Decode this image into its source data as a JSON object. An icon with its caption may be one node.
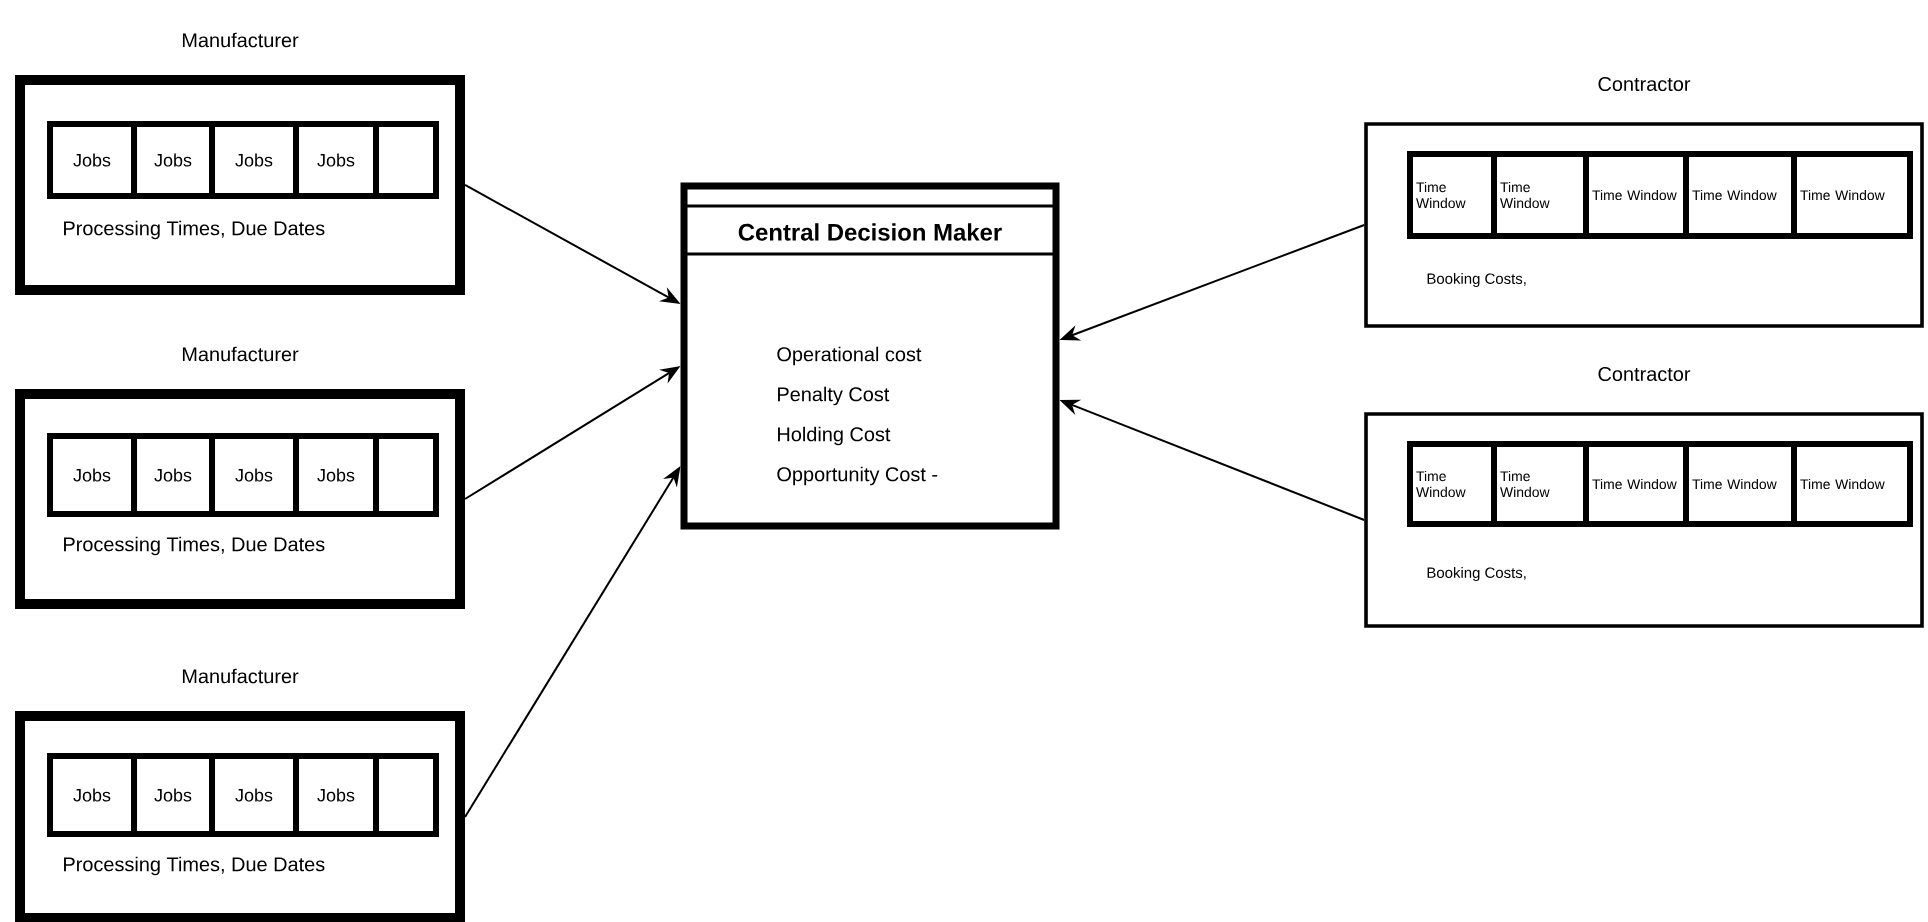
{
  "diagram": {
    "nodes": [
      {
        "text": [
          "Manufacturer",
          "Processing Times, Due Dates"
        ]
      },
      {
        "text": [
          "Jobs"
        ],
        "in": 0
      },
      {
        "text": [
          "Jobs"
        ],
        "in": 0
      },
      {
        "text": [
          "Jobs"
        ],
        "in": 0
      },
      {
        "text": [
          "Jobs"
        ],
        "in": 0
      },
      {
        "text": [],
        "shape": "box",
        "in": 0
      },
      {
        "text": [
          "Manufacturer",
          "Processing Times, Due Dates"
        ]
      },
      {
        "text": [
          "Jobs"
        ],
        "in": 6
      },
      {
        "text": [
          "Jobs"
        ],
        "in": 6
      },
      {
        "text": [
          "Jobs"
        ],
        "in": 6
      },
      {
        "text": [
          "Jobs"
        ],
        "in": 6
      },
      {
        "text": [],
        "shape": "box",
        "in": 6
      },
      {
        "text": [
          "Manufacturer",
          "Processing Times, Due Dates"
        ]
      },
      {
        "text": [
          "Jobs"
        ],
        "in": 12
      },
      {
        "text": [
          "Jobs"
        ],
        "in": 12
      },
      {
        "text": [
          "Jobs"
        ],
        "in": 12
      },
      {
        "text": [
          "Jobs"
        ],
        "in": 12
      },
      {
        "text": [],
        "shape": "box",
        "in": 12
      },
      {
        "text": [
          "Central Decision Maker",
          "Operational cost",
          "Penalty Cost",
          "Holding Cost",
          "Opportunity Cost -"
        ]
      },
      {
        "text": [
          "Contractor",
          "Booking Costs,"
        ]
      },
      {
        "text": [
          "Time Window"
        ],
        "in": 19
      },
      {
        "text": [
          "Time Window"
        ],
        "in": 19
      },
      {
        "text": [
          "Time Window"
        ],
        "in": 19
      },
      {
        "text": [
          "Time Window"
        ],
        "in": 19
      },
      {
        "text": [
          "Time Window"
        ],
        "in": 19
      },
      {
        "text": [
          "Contractor",
          "Booking Costs,"
        ]
      },
      {
        "text": [
          "Time Window"
        ],
        "in": 25
      },
      {
        "text": [
          "Time Window"
        ],
        "in": 25
      },
      {
        "text": [
          "Time Window"
        ],
        "in": 25
      },
      {
        "text": [
          "Time Window"
        ],
        "in": 25
      },
      {
        "text": [
          "Time Window"
        ],
        "in": 25
      }
    ],
    "edges": [
      {
        "from": 0,
        "to": 18,
        "arrow": "to"
      },
      {
        "from": 6,
        "to": 18,
        "arrow": "to"
      },
      {
        "from": 12,
        "to": 18,
        "arrow": "to"
      },
      {
        "from": 19,
        "to": 18,
        "arrow": "to"
      },
      {
        "from": 25,
        "to": 18,
        "arrow": "to"
      }
    ]
  }
}
